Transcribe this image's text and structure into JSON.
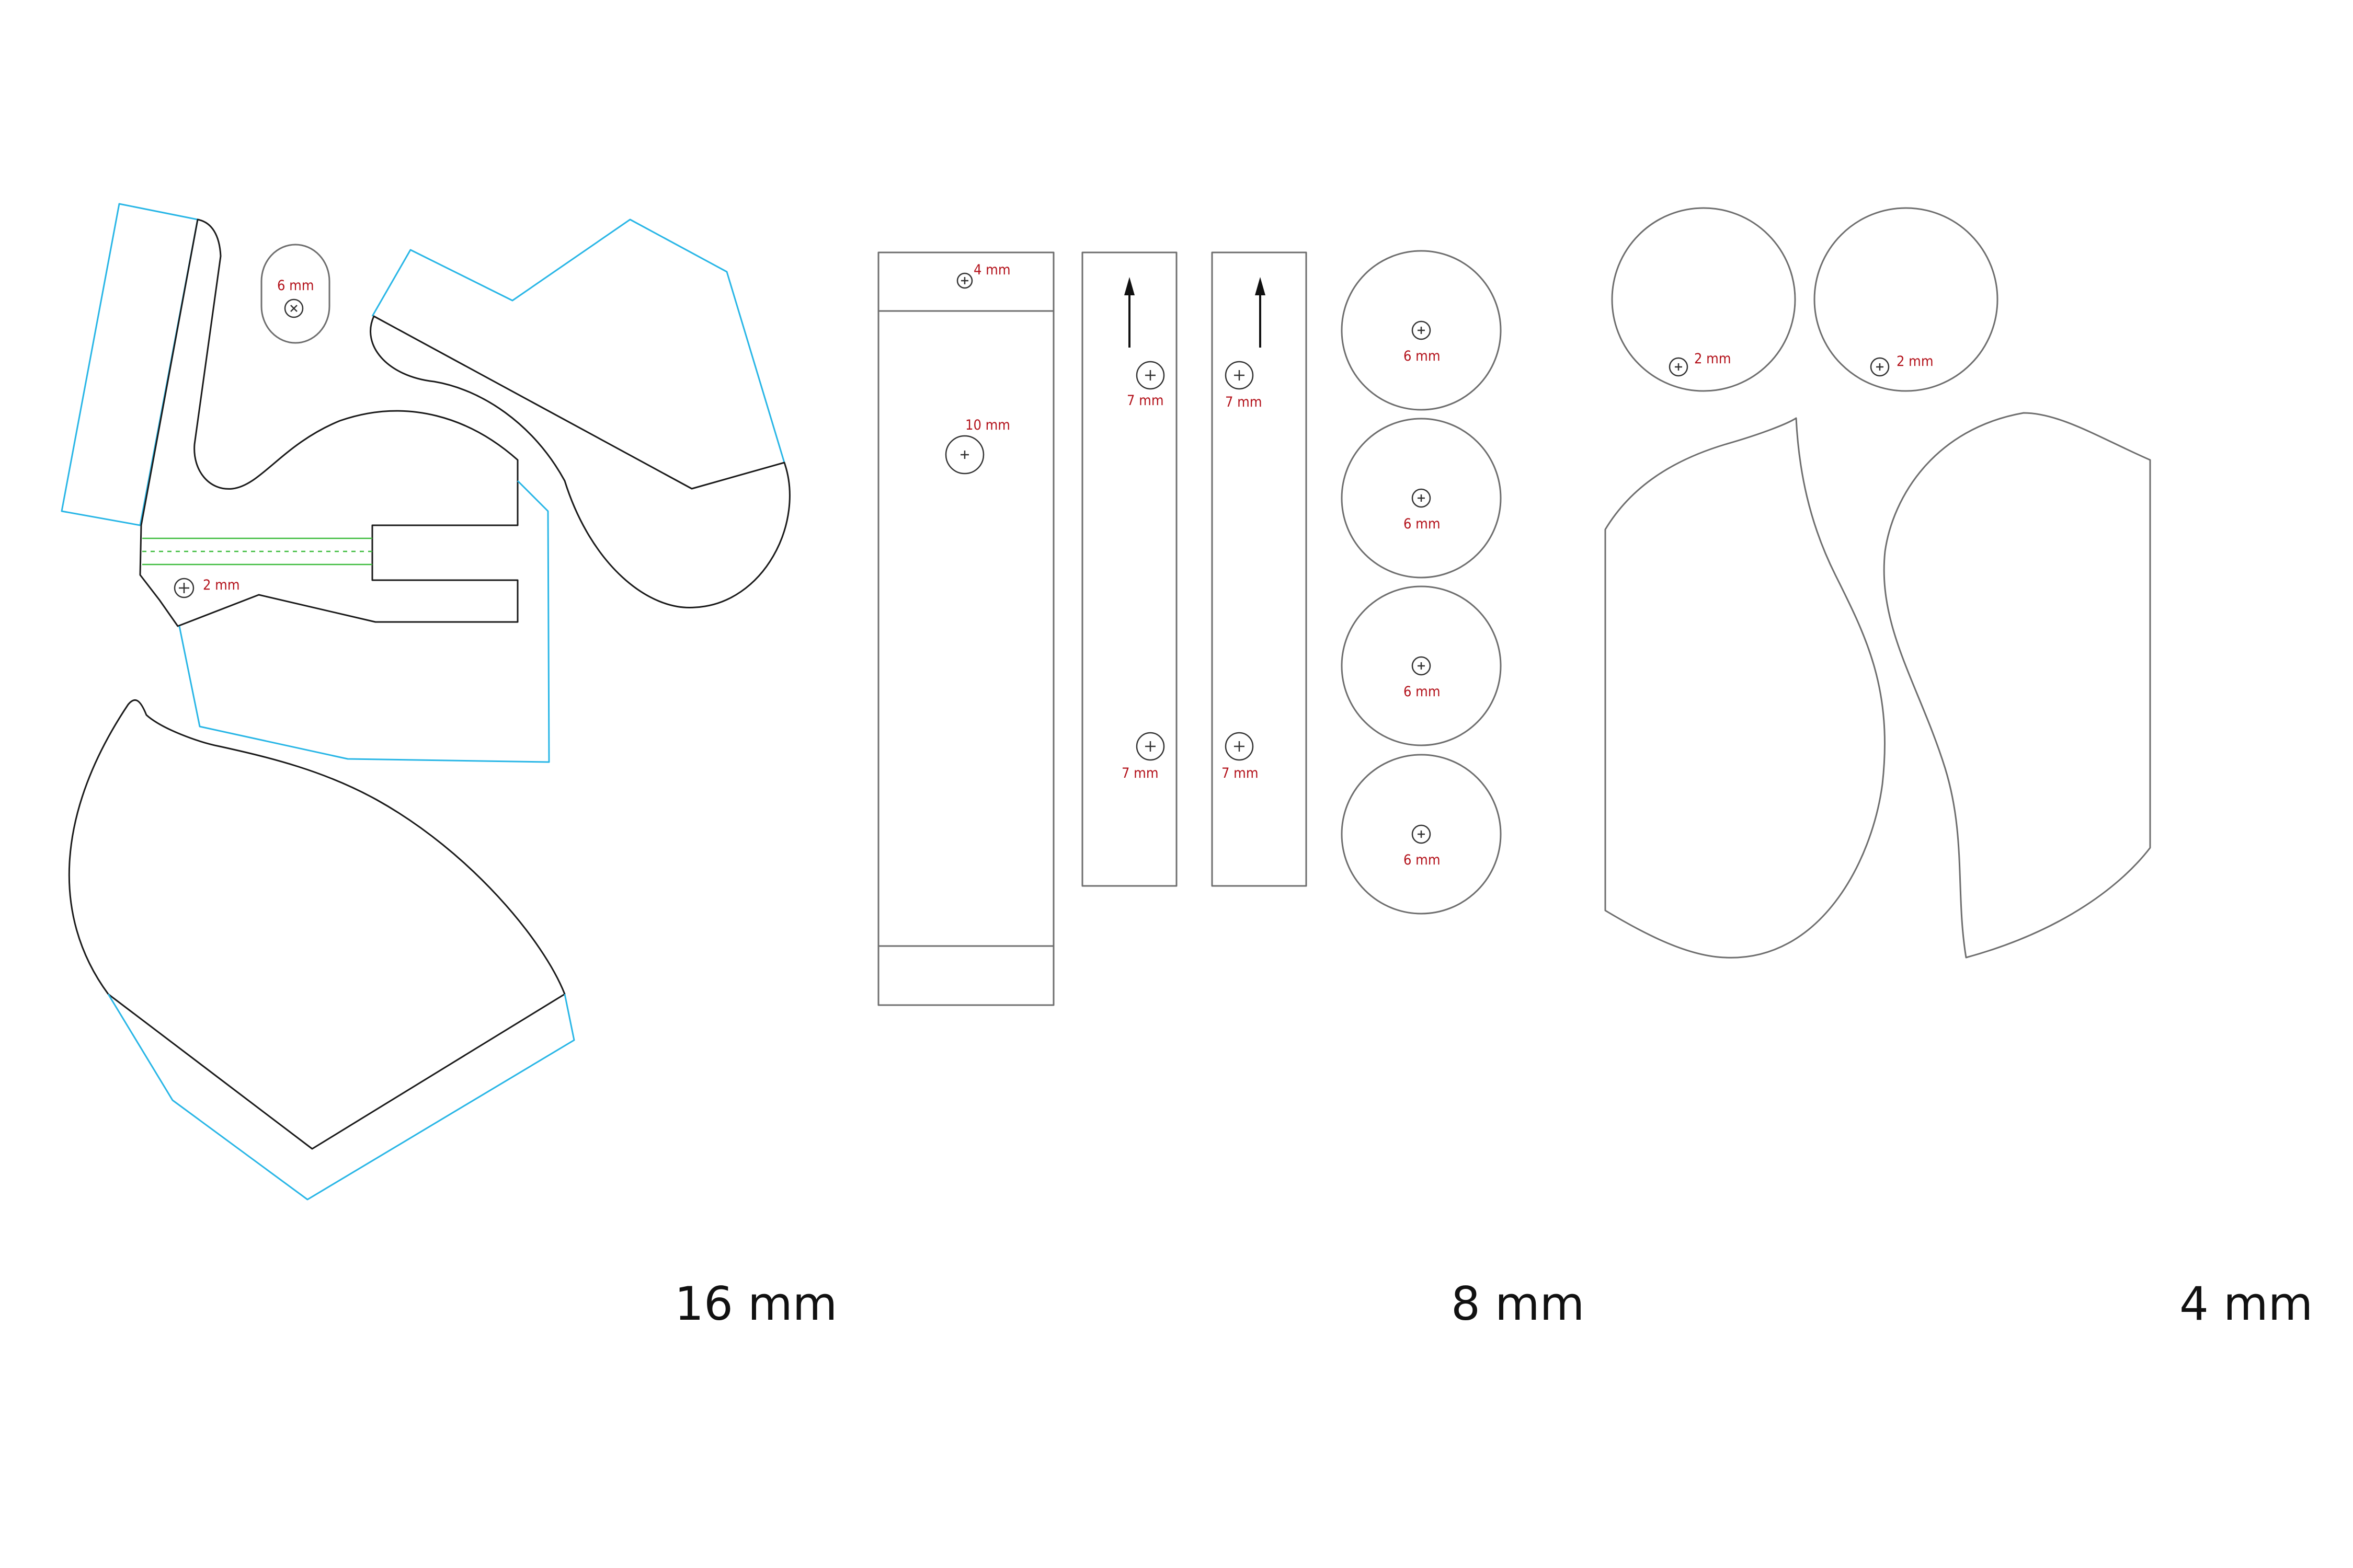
{
  "groups": [
    {
      "id": "thickness-16",
      "label": "16 mm",
      "hole_labels": [
        "6 mm",
        "2 mm"
      ]
    },
    {
      "id": "thickness-8",
      "label": "8 mm",
      "hole_labels": [
        "4 mm",
        "10 mm",
        "7 mm",
        "7 mm",
        "7 mm",
        "7 mm",
        "6 mm",
        "6 mm",
        "6 mm",
        "6 mm"
      ]
    },
    {
      "id": "thickness-4",
      "label": "4 mm",
      "hole_labels": [
        "2 mm",
        "2 mm"
      ]
    }
  ],
  "colors": {
    "cut_line": "#1a1a1a",
    "cut_line_light": "#6e6e6e",
    "offset_line": "#29b6e6",
    "fold_line": "#3dbb3d",
    "dimension_text": "#b3121b"
  }
}
